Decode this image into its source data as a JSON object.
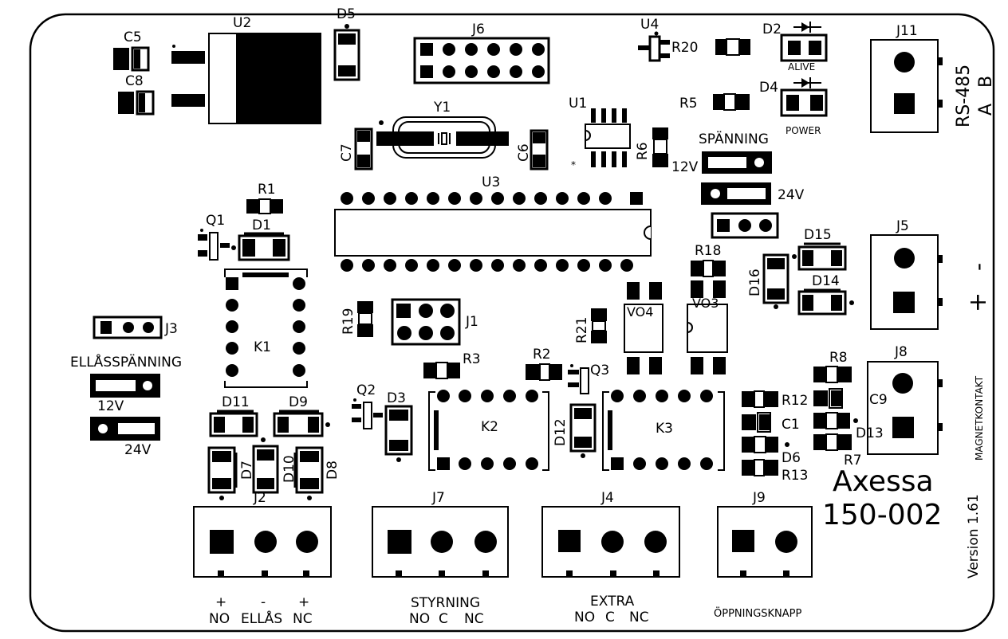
{
  "board": {
    "brand": "Axessa",
    "model": "150-002",
    "version": "Version 1.61"
  },
  "components": {
    "C5": "C5",
    "C8": "C8",
    "U2": "U2",
    "D5": "D5",
    "J6": "J6",
    "U4": "U4",
    "R20": "R20",
    "D2": "D2",
    "D4": "D4",
    "J11": "J11",
    "Y1": "Y1",
    "U1": "U1",
    "R5": "R5",
    "C7": "C7",
    "C6": "C6",
    "R6": "R6",
    "U3": "U3",
    "R1": "R1",
    "Q1": "Q1",
    "D1": "D1",
    "R18": "R18",
    "J5": "J5",
    "D15": "D15",
    "D14": "D14",
    "D16": "D16",
    "J3": "J3",
    "K1": "K1",
    "R19": "R19",
    "J1": "J1",
    "R21": "R21",
    "VO4": "VO4",
    "VO3": "VO3",
    "R3": "R3",
    "R2": "R2",
    "Q3": "Q3",
    "R8": "R8",
    "J8": "J8",
    "Q2": "Q2",
    "D3": "D3",
    "K2": "K2",
    "D12": "D12",
    "K3": "K3",
    "R12": "R12",
    "C1": "C1",
    "C9": "C9",
    "D13": "D13",
    "D6": "D6",
    "R7": "R7",
    "R13": "R13",
    "D11": "D11",
    "D9": "D9",
    "D7": "D7",
    "D10": "D10",
    "D8": "D8",
    "J2": "J2",
    "J7": "J7",
    "J4": "J4",
    "J9": "J9"
  },
  "labels": {
    "alive": "ALIVE",
    "power": "POWER",
    "rs485": "RS-485",
    "rs485_a": "A",
    "rs485_b": "B",
    "spanning": "SPÄNNING",
    "v12_top": "12V",
    "v24_top": "24V",
    "ellasspanning": "ELLÅSSPÄNNING",
    "v12_left": "12V",
    "v24_left": "24V",
    "j5_minus": "-",
    "j5_plus": "+",
    "magnetkontakt": "MAGNETKONTAKT"
  },
  "connectors": {
    "j2_top": [
      "+",
      "-",
      "+"
    ],
    "j2_bottom": [
      "NO",
      "ELLÅS",
      "NC"
    ],
    "j7_title": "STYRNING",
    "j7_bottom": [
      "NO",
      "C",
      "NC"
    ],
    "j4_title": "EXTRA",
    "j4_bottom": [
      "NO",
      "C",
      "NC"
    ],
    "j9_title": "ÖPPNINGSKNAPP"
  }
}
